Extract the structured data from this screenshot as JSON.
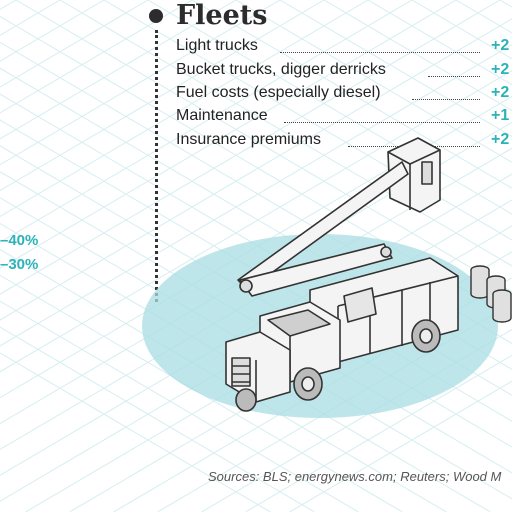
{
  "header": {
    "title": "Fleets"
  },
  "items": [
    {
      "label": "Light trucks",
      "value": "+2"
    },
    {
      "label": "Bucket trucks, digger derricks",
      "value": "+2"
    },
    {
      "label": "Fuel costs (especially diesel)",
      "value": "+2"
    },
    {
      "label": "Maintenance",
      "value": "+1"
    },
    {
      "label": "Insurance premiums",
      "value": "+2"
    }
  ],
  "left_values": [
    "–40%",
    "–30%"
  ],
  "footer": {
    "sources": "Sources: BLS; energynews.com; Reuters; Wood M"
  },
  "colors": {
    "accent": "#2bb3b8",
    "ellipse": "#a8dde3",
    "grid": "#d6eef0",
    "text": "#222222"
  },
  "illustration": {
    "subject": "bucket-truck-illustration",
    "barrels": "barrel-icon"
  }
}
